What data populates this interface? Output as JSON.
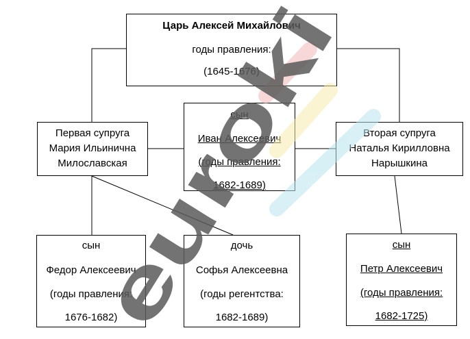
{
  "tsar": {
    "title": "Царь Алексей Михайлович",
    "line2": "годы правления:",
    "line3": "(1645-1676)"
  },
  "wife1": {
    "line1": "Первая супруга",
    "line2": "Мария Ильинична",
    "line3": "Милославская"
  },
  "ivan": {
    "line1": "сын",
    "line2": "Иван Алексеевич",
    "line3": "(годы правления:",
    "line4": "1682-1689)"
  },
  "wife2": {
    "line1": "Вторая супруга",
    "line2": "Наталья Кирилловна",
    "line3": "Нарышкина"
  },
  "fedor": {
    "line1": "сын",
    "line2": "Федор Алексеевич",
    "line3": "(годы правления:",
    "line4": "1676-1682)"
  },
  "sofia": {
    "line1": "дочь",
    "line2": "Софья Алексеевна",
    "line3": "(годы регентства:",
    "line4": "1682-1689)"
  },
  "petr": {
    "line1": "сын",
    "line2": "Петр Алексеевич",
    "line3": "(годы правления:",
    "line4": "1682-1725)"
  },
  "watermark": {
    "text": "eurokі",
    "colors": {
      "letters": "#5b5b5b",
      "stripe_red": "#f2b8b8",
      "stripe_yellow": "#f7ecb0",
      "stripe_blue": "#b8e4ee"
    }
  }
}
